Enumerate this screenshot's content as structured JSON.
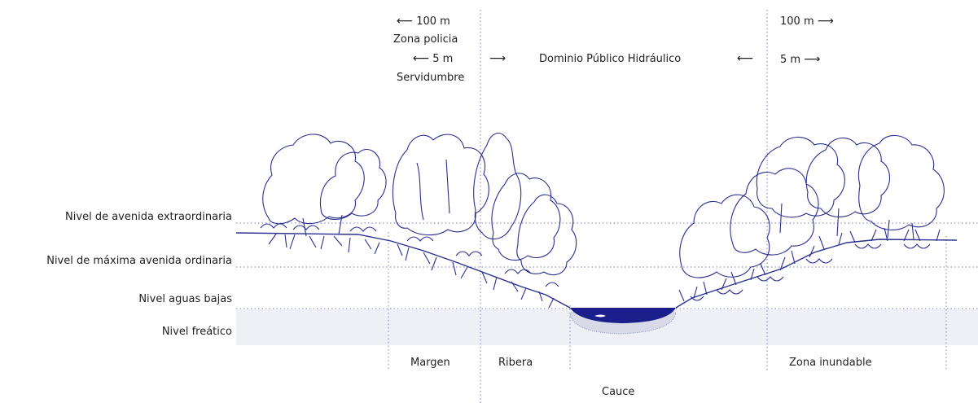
{
  "top": {
    "left_100m": "100 m",
    "zona_policia": "Zona policia",
    "left_5m": "5 m",
    "servidumbre": "Servidumbre",
    "dominio": "Dominio Público Hidráulico",
    "right_100m": "100 m",
    "right_5m": "5 m",
    "arrow_left": "⟵",
    "arrow_right": "⟶"
  },
  "levels": {
    "extraordinaria": "Nivel de avenida extraordinaria",
    "maxima_ordinaria": "Nivel de máxima avenida ordinaria",
    "aguas_bajas": "Nivel aguas bajas",
    "freatico": "Nivel freático"
  },
  "zones": {
    "margen": "Margen",
    "ribera": "Ribera",
    "zona_inundable": "Zona inundable",
    "cauce": "Cauce"
  },
  "colors": {
    "ink": "#2a2f8f",
    "water": "#1a1f8c",
    "phreatic_band": "#eef0f6",
    "guide": "#7a7fb5"
  }
}
